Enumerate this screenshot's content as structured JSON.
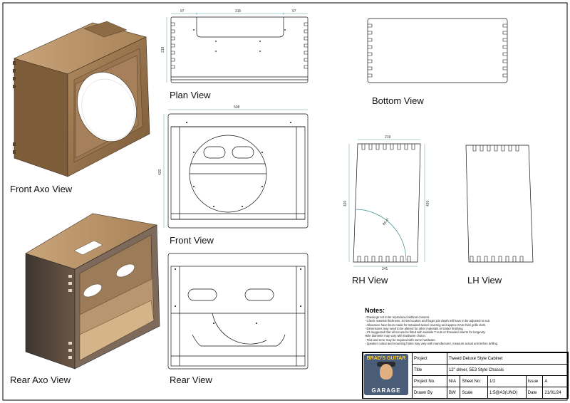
{
  "views": {
    "front_axo": "Front Axo View",
    "rear_axo": "Rear Axo View",
    "plan": "Plan View",
    "front": "Front View",
    "rear": "Rear View",
    "bottom": "Bottom View",
    "rh": "RH View",
    "lh": "LH View"
  },
  "dimensions": {
    "plan_left": "97",
    "plan_mid": "315",
    "plan_right": "97",
    "plan_depth": "219",
    "front_width": "508",
    "front_height": "420",
    "rh_top": "219",
    "rh_left": "420",
    "rh_right": "420",
    "rh_bottom": "241",
    "rh_angle": "86.4°"
  },
  "notes": {
    "title": "Notes:",
    "items": [
      "- Drawings not to be reproduced without consent.",
      "- Check material thickness. Screw location and finger join depth will have to be adjusted to suit.",
      "- Allowance have been made for standard tweed covering and approx 2mm thick grille cloth.",
      "- Dimensions may need to be altered for other materials or timber finishing.",
      "- It's suggested that all screws be fitted with suitable T-nuts or threaded inserts for longevity.",
      "Hole diameter may vary with hardware choice.",
      "- Trial and error may be required with some hardware.",
      "- Speaker cutout and mounting holes may vary with manufacturer, measure actual unit before drilling."
    ]
  },
  "title_block": {
    "logo_top": "BRAD'S GUITAR",
    "logo_bottom": "GARAGE",
    "project_label": "Project",
    "project_value": "Tweed Deluxe Style Cabinet",
    "title_label": "Title",
    "title_value": "12\" driver, 5E3 Style Chassis",
    "project_no_label": "Project No.",
    "project_no_value": "N/A",
    "sheet_no_label": "Sheet No:",
    "sheet_no_value": "1/2",
    "issue_label": "Issue",
    "issue_value": "A",
    "drawn_by_label": "Drawn By",
    "drawn_by_value": "BW",
    "scale_label": "Scale",
    "scale_value": "1:5@A3(UNO)",
    "date_label": "Date",
    "date_value": "21/01/24"
  }
}
